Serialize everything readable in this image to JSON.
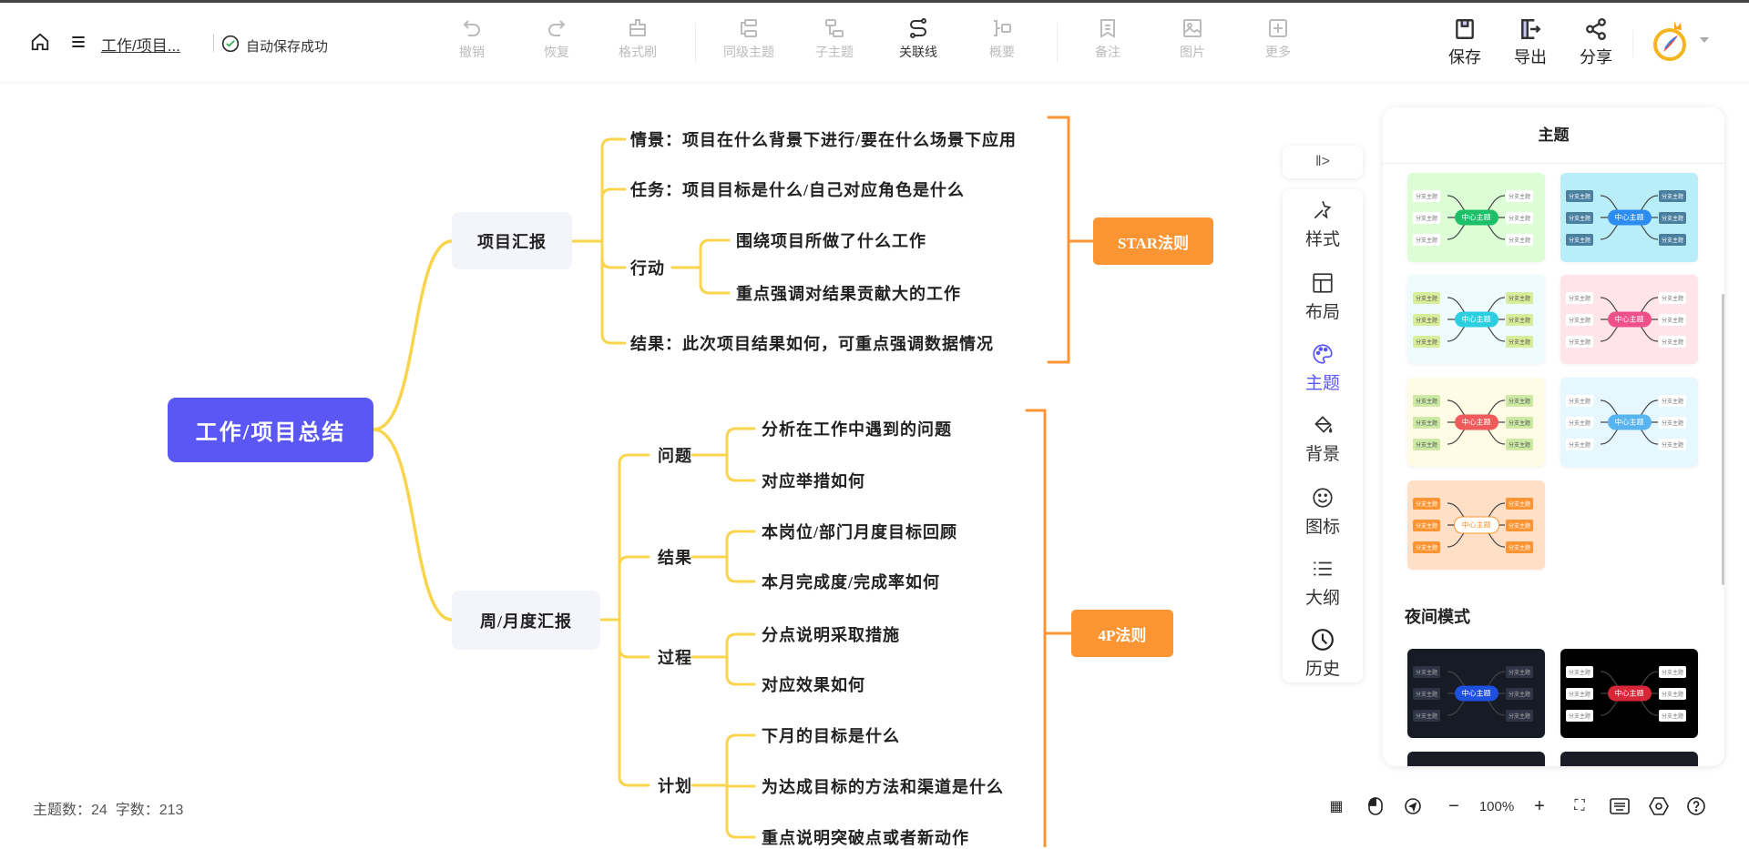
{
  "header": {
    "doc_title": "工作/项目...",
    "autosave": "自动保存成功",
    "tools": [
      {
        "label": "撤销",
        "icon": "undo-icon"
      },
      {
        "label": "恢复",
        "icon": "redo-icon"
      },
      {
        "label": "格式刷",
        "icon": "format-brush-icon"
      },
      {
        "label": "同级主题",
        "icon": "sibling-topic-icon"
      },
      {
        "label": "子主题",
        "icon": "child-topic-icon"
      },
      {
        "label": "关联线",
        "icon": "relation-line-icon"
      },
      {
        "label": "概要",
        "icon": "summary-icon"
      },
      {
        "label": "备注",
        "icon": "note-icon"
      },
      {
        "label": "图片",
        "icon": "image-icon"
      },
      {
        "label": "更多",
        "icon": "more-icon"
      }
    ],
    "actions": [
      {
        "label": "保存",
        "icon": "save-icon"
      },
      {
        "label": "导出",
        "icon": "export-icon"
      },
      {
        "label": "分享",
        "icon": "share-icon"
      }
    ]
  },
  "mindmap": {
    "root": "工作/项目总结",
    "branch1": {
      "label": "项目汇报",
      "rule": "STAR法则",
      "items": [
        "情景：项目在什么背景下进行/要在什么场景下应用",
        "任务：项目目标是什么/自己对应角色是什么",
        "行动",
        "结果：此次项目结果如何，可重点强调数据情况"
      ],
      "action_children": [
        "围绕项目所做了什么工作",
        "重点强调对结果贡献大的工作"
      ]
    },
    "branch2": {
      "label": "周/月度汇报",
      "rule": "4P法则",
      "groups": [
        {
          "label": "问题",
          "children": [
            "分析在工作中遇到的问题",
            "对应举措如何"
          ]
        },
        {
          "label": "结果",
          "children": [
            "本岗位/部门月度目标回顾",
            "本月完成度/完成率如何"
          ]
        },
        {
          "label": "过程",
          "children": [
            "分点说明采取措施",
            "对应效果如何"
          ]
        },
        {
          "label": "计划",
          "children": [
            "下月的目标是什么",
            "为达成目标的方法和渠道是什么",
            "重点说明突破点或者新动作"
          ]
        }
      ]
    },
    "colors": {
      "root": "#5b57f5",
      "branch_line": "#f9d44c",
      "rule": "#fb9432"
    }
  },
  "sidebar": {
    "items": [
      {
        "label": "样式",
        "icon": "style-icon"
      },
      {
        "label": "布局",
        "icon": "layout-icon"
      },
      {
        "label": "主题",
        "icon": "palette-icon",
        "active": true
      },
      {
        "label": "背景",
        "icon": "paint-bucket-icon"
      },
      {
        "label": "图标",
        "icon": "smiley-icon"
      },
      {
        "label": "大纲",
        "icon": "outline-icon"
      },
      {
        "label": "历史",
        "icon": "history-icon"
      }
    ]
  },
  "theme_panel": {
    "title": "主题",
    "center_label": "中心主题",
    "branch_label": "分支主题",
    "night_label": "夜间模式",
    "themes": [
      {
        "bg": "#dcfdd6",
        "center": "#1dbf68",
        "branch_bg": "#ffffff",
        "branch_fg": "#777"
      },
      {
        "bg": "#b9eef9",
        "center": "#2d8cf0",
        "branch_bg": "#4a7fa0",
        "branch_fg": "#fff"
      },
      {
        "bg": "#eefcfd",
        "center": "#2ccfe0",
        "branch_bg": "#d8ee9b",
        "branch_fg": "#555"
      },
      {
        "bg": "#ffe4ea",
        "center": "#f0508a",
        "branch_bg": "#ffffff",
        "branch_fg": "#777"
      },
      {
        "bg": "#fffbe4",
        "center": "#f05a5a",
        "branch_bg": "#cdeaa4",
        "branch_fg": "#555"
      },
      {
        "bg": "#e6f7ff",
        "center": "#58b4ee",
        "branch_bg": "#ffffff",
        "branch_fg": "#777"
      },
      {
        "bg": "#ffe0c6",
        "center": "#ffffff",
        "branch_bg": "#fb9432",
        "branch_fg": "#fff"
      }
    ],
    "night_themes": [
      {
        "bg": "#161b26",
        "center": "#1e50e0",
        "branch_bg": "#2d3444",
        "branch_fg": "#aaa"
      },
      {
        "bg": "#000000",
        "center": "#d72638",
        "branch_bg": "#ffffff",
        "branch_fg": "#777"
      }
    ]
  },
  "footer": {
    "stats": "主题数：24  字数：213",
    "zoom": "100%"
  }
}
